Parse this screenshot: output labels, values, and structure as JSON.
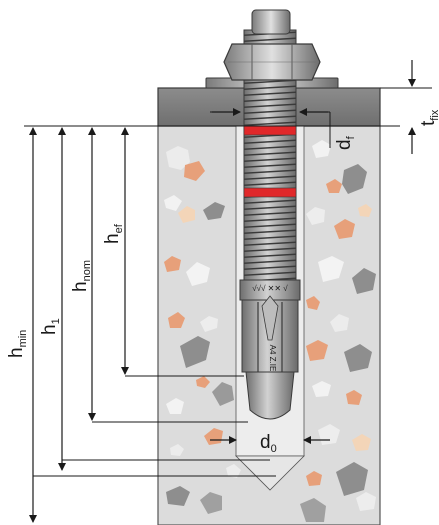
{
  "labels": {
    "h_min": {
      "main": "h",
      "sub": "min"
    },
    "h_1": {
      "main": "h",
      "sub": "1"
    },
    "h_nom": {
      "main": "h",
      "sub": "nom"
    },
    "h_ef": {
      "main": "h",
      "sub": "ef"
    },
    "d_f": {
      "main": "d",
      "sub": "f"
    },
    "t_fix": {
      "main": "t",
      "sub": "fix"
    },
    "d_0": {
      "main": "d",
      "sub": "0"
    }
  },
  "markings": {
    "sleeve_top": "√√√ ✕✕ √",
    "sleeve_code": "A4 Z.IE"
  },
  "colors": {
    "concrete": "#d9d9d9",
    "plate": "#808080",
    "steel": "#9a9a9a",
    "thread_mark": "#e0282a",
    "aggregate_orange": "#e0986a",
    "aggregate_gray": "#8d8d8d"
  }
}
